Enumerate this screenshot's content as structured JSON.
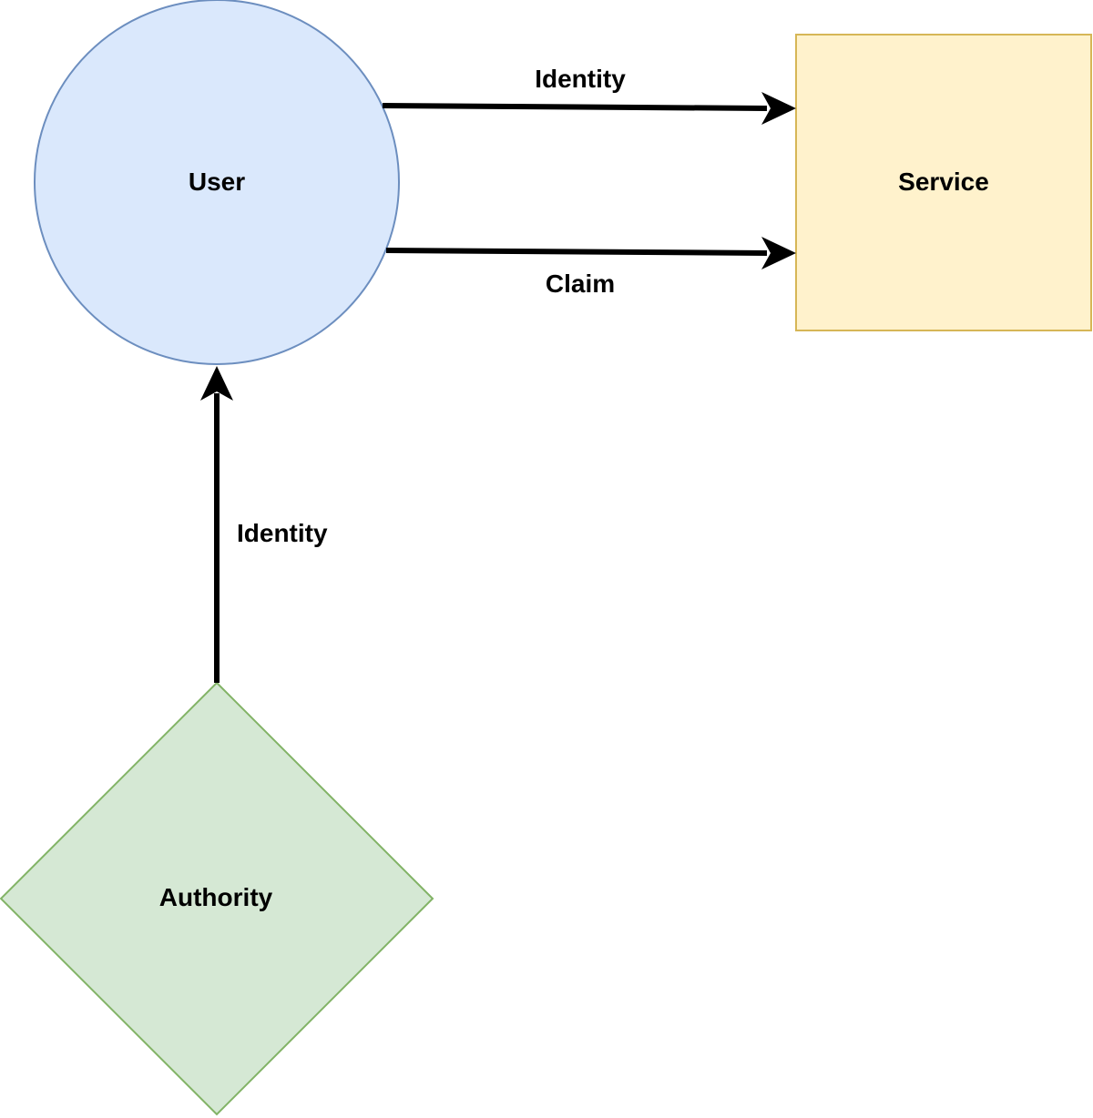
{
  "nodes": {
    "user": {
      "label": "User",
      "shape": "circle",
      "fill": "#dae8fc",
      "stroke": "#6c8ebf"
    },
    "service": {
      "label": "Service",
      "shape": "rectangle",
      "fill": "#fff2cc",
      "stroke": "#d6b656"
    },
    "authority": {
      "label": "Authority",
      "shape": "diamond",
      "fill": "#d5e8d4",
      "stroke": "#82b366"
    }
  },
  "edges": {
    "user_to_service_identity": {
      "from": "User",
      "to": "Service",
      "label": "Identity"
    },
    "user_to_service_claim": {
      "from": "User",
      "to": "Service",
      "label": "Claim"
    },
    "authority_to_user_identity": {
      "from": "Authority",
      "to": "User",
      "label": "Identity"
    }
  },
  "colors": {
    "edge": "#000000",
    "text": "#000000",
    "background": "#ffffff"
  }
}
